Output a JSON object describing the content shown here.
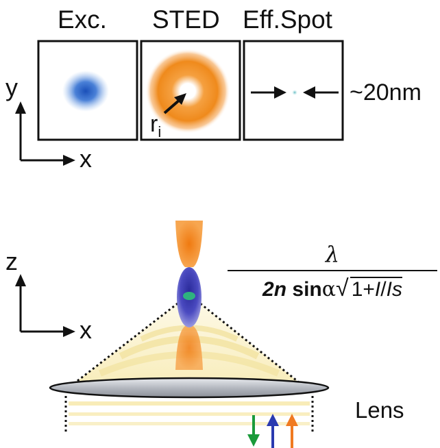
{
  "panels": {
    "excitation_title": "Exc.",
    "sted_title": "STED",
    "effective_title": "Eff.Spot",
    "inner_radius_label": "r",
    "inner_radius_subscript": "i",
    "spot_size_label": "~20nm"
  },
  "axes_top": {
    "vertical": "y",
    "horizontal": "x"
  },
  "axes_bottom": {
    "vertical": "z",
    "horizontal": "x"
  },
  "formula": {
    "numerator": "λ",
    "den_2n": "2n",
    "den_sin": "sin",
    "den_alpha": "α",
    "den_sqrt_content": "1+",
    "den_I": "I",
    "den_slash": "/",
    "den_Is": "Is"
  },
  "lens_label": "Lens",
  "colors": {
    "excitation": "#1a5fc0",
    "sted": "#f08a1c",
    "effective_spot": "#7fd0d0",
    "beam_green": "#1a9a3a",
    "beam_blue": "#2a3ab0",
    "beam_orange": "#f07a20",
    "lens": "#b8bcc4",
    "fringes": "#f5e8a8"
  }
}
